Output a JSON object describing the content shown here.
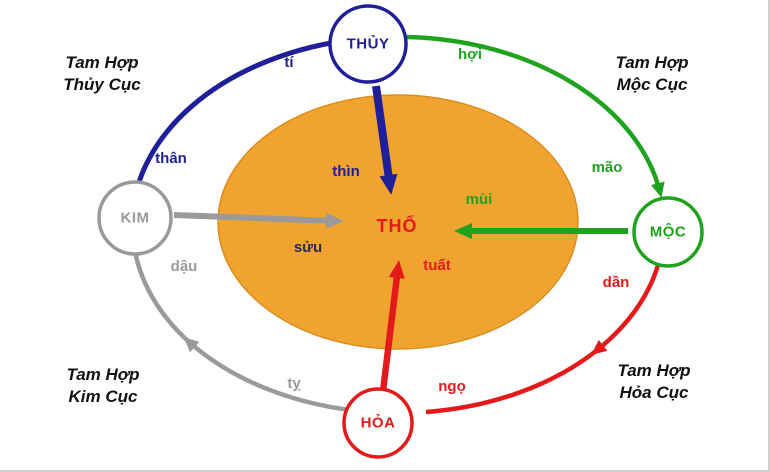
{
  "center": {
    "element": "THỔ"
  },
  "nodes": {
    "thuy": "THỦY",
    "moc": "MỘC",
    "hoa": "HỎA",
    "kim": "KIM"
  },
  "ring_labels": {
    "than": "thân",
    "ti": "tí",
    "hoi": "hợi",
    "mao": "mão",
    "dan": "dần",
    "ngo": "ngọ",
    "ty": "tỵ",
    "dau": "dậu"
  },
  "inner_labels": {
    "thin": "thìn",
    "mui": "mùi",
    "tuat": "tuất",
    "suu": "sửu"
  },
  "corner_labels": {
    "top_left": {
      "line1": "Tam Hợp",
      "line2": "Thủy Cục"
    },
    "top_right": {
      "line1": "Tam Hợp",
      "line2": "Mộc Cục"
    },
    "bottom_right": {
      "line1": "Tam Hợp",
      "line2": "Hỏa Cục"
    },
    "bottom_left": {
      "line1": "Tam Hợp",
      "line2": "Kim Cục"
    }
  },
  "colors": {
    "water": "#1f1f99",
    "wood": "#1fa31f",
    "fire": "#e41a1a",
    "metal": "#9a9a9a",
    "earth_fill": "#F0A42F",
    "earth_edge": "#D98E1F",
    "earth_label": "#e41a1a",
    "suu_label": "#2a2a55",
    "corner_text": "#111111",
    "node_fill": "#ffffff"
  }
}
